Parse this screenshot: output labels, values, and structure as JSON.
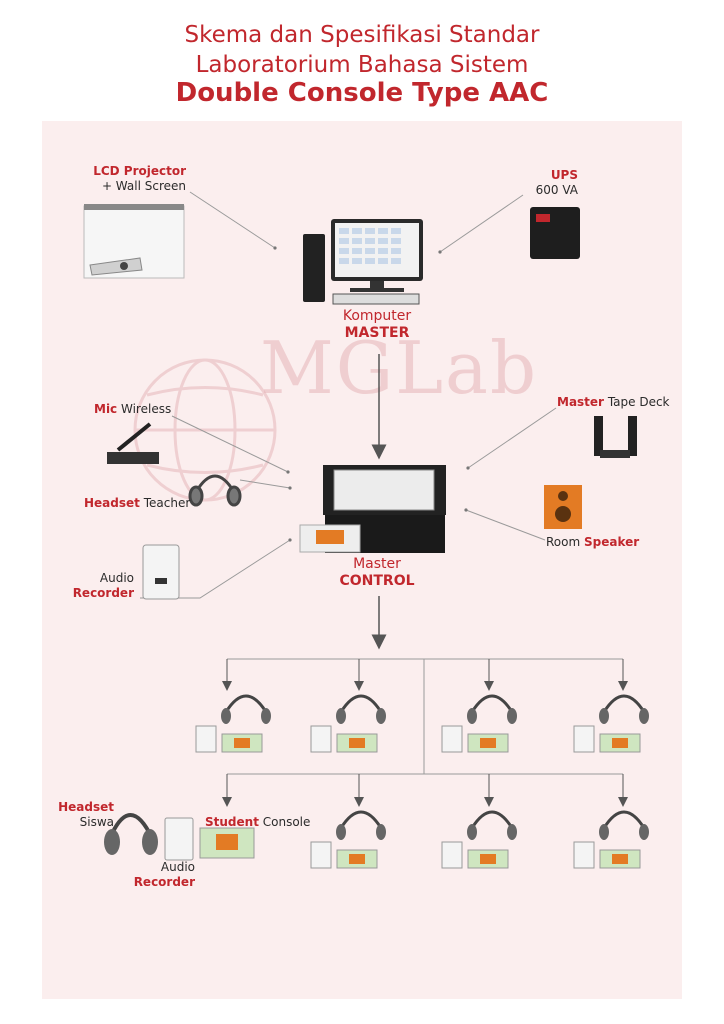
{
  "header": {
    "line1": "Skema dan Spesifikasi Standar",
    "line2": "Laboratorium Bahasa Sistem",
    "line3": "Double Console Type AAC"
  },
  "watermark": "MGLab",
  "labels": {
    "lcd_bold": "LCD Projector",
    "lcd_rest": "+ Wall Screen",
    "ups_bold": "UPS",
    "ups_rest": "600 VA",
    "komputer": "Komputer",
    "master": "MASTER",
    "mic_bold": "Mic",
    "mic_rest": "Wireless",
    "tape_bold": "Master",
    "tape_rest": "Tape Deck",
    "headset_teacher_bold": "Headset",
    "headset_teacher_rest": "Teacher",
    "room": "Room",
    "speaker": "Speaker",
    "audio": "Audio",
    "recorder": "Recorder",
    "master_ctrl": "Master",
    "control": "CONTROL",
    "headset_siswa_bold": "Headset",
    "headset_siswa_rest": "Siswa",
    "student_bold": "Student",
    "student_rest": "Console",
    "audio2": "Audio",
    "recorder2": "Recorder"
  },
  "colors": {
    "accent": "#c1272d",
    "panel": "#fbeeee",
    "line": "#999999"
  }
}
